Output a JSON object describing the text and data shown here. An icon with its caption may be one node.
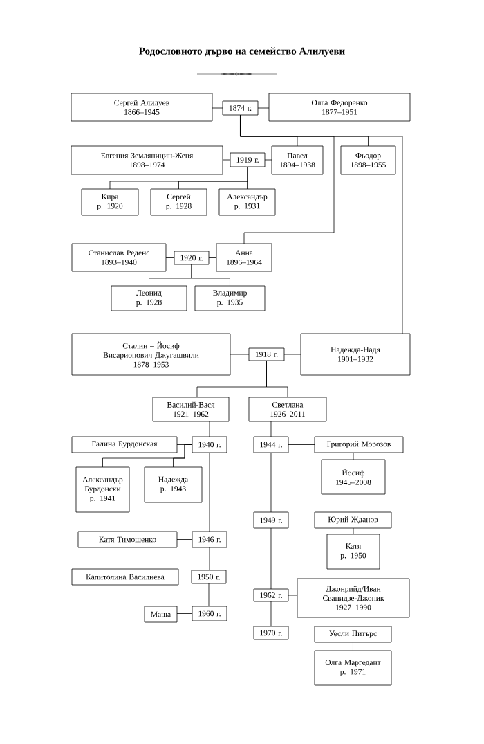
{
  "diagram": {
    "title": "Родословното дърво на семейство Алилуеви",
    "nodes": [
      {
        "text": [
          "Сергей Алилуев",
          "1866–1945"
        ]
      },
      {
        "text": [
          "1874 г."
        ]
      },
      {
        "text": [
          "Олга Федоренко",
          "1877–1951"
        ]
      },
      {
        "text": [
          "Евгения Земляницин-Женя",
          "1898–1974"
        ]
      },
      {
        "text": [
          "1919 г."
        ]
      },
      {
        "text": [
          "Павел",
          "1894–1938"
        ]
      },
      {
        "text": [
          "Фьодор",
          "1898–1955"
        ]
      },
      {
        "text": [
          "Кира",
          "р. 1920"
        ]
      },
      {
        "text": [
          "Сергей",
          "р. 1928"
        ]
      },
      {
        "text": [
          "Александър",
          "р. 1931"
        ]
      },
      {
        "text": [
          "Станислав Реденс",
          "1893–1940"
        ]
      },
      {
        "text": [
          "1920 г."
        ]
      },
      {
        "text": [
          "Анна",
          "1896–1964"
        ]
      },
      {
        "text": [
          "Леонид",
          "р. 1928"
        ]
      },
      {
        "text": [
          "Владимир",
          "р. 1935"
        ]
      },
      {
        "text": [
          "Сталин – Йосиф Висарионович Джугашвили",
          "1878–1953"
        ]
      },
      {
        "text": [
          "1918 г."
        ]
      },
      {
        "text": [
          "Надежда-Надя",
          "1901–1932"
        ]
      },
      {
        "text": [
          "Василий-Вася",
          "1921–1962"
        ]
      },
      {
        "text": [
          "Светлана",
          "1926–2011"
        ]
      },
      {
        "text": [
          "Галина Бурдонская"
        ]
      },
      {
        "text": [
          "1940 г."
        ]
      },
      {
        "text": [
          "1944 г."
        ]
      },
      {
        "text": [
          "Григорий Морозов"
        ]
      },
      {
        "text": [
          "Александър Бурдонски",
          "р. 1941"
        ]
      },
      {
        "text": [
          "Надежда",
          "р. 1943"
        ]
      },
      {
        "text": [
          "Йосиф",
          "1945–2008"
        ]
      },
      {
        "text": [
          "1949 г."
        ]
      },
      {
        "text": [
          "Юрий Жданов"
        ]
      },
      {
        "text": [
          "Катя Тимошенко"
        ]
      },
      {
        "text": [
          "1946 г."
        ]
      },
      {
        "text": [
          "Катя",
          "р. 1950"
        ]
      },
      {
        "text": [
          "Капитолина Василиева"
        ]
      },
      {
        "text": [
          "1950 г."
        ]
      },
      {
        "text": [
          "1962 г."
        ]
      },
      {
        "text": [
          "Джонрийд/Иван Сванидзе-Джоник",
          "1927–1990"
        ]
      },
      {
        "text": [
          "Маша"
        ]
      },
      {
        "text": [
          "1960 г."
        ]
      },
      {
        "text": [
          "1970 г."
        ]
      },
      {
        "text": [
          "Уесли Питърс"
        ]
      },
      {
        "text": [
          "Олга Маргедант",
          "р. 1971"
        ]
      }
    ],
    "edges": [
      {
        "from": 0,
        "to": 1,
        "arrow": "none"
      },
      {
        "from": 1,
        "to": 2,
        "arrow": "none"
      },
      {
        "from": 1,
        "to": 5,
        "arrow": "none"
      },
      {
        "from": 1,
        "to": 6,
        "arrow": "none"
      },
      {
        "from": 1,
        "to": 12,
        "arrow": "none"
      },
      {
        "from": 1,
        "to": 17,
        "arrow": "none"
      },
      {
        "from": 3,
        "to": 4,
        "arrow": "none"
      },
      {
        "from": 4,
        "to": 5,
        "arrow": "none"
      },
      {
        "from": 4,
        "to": 7,
        "arrow": "none"
      },
      {
        "from": 4,
        "to": 8,
        "arrow": "none"
      },
      {
        "from": 4,
        "to": 9,
        "arrow": "none"
      },
      {
        "from": 10,
        "to": 11,
        "arrow": "none"
      },
      {
        "from": 11,
        "to": 12,
        "arrow": "none"
      },
      {
        "from": 11,
        "to": 13,
        "arrow": "none"
      },
      {
        "from": 11,
        "to": 14,
        "arrow": "none"
      },
      {
        "from": 15,
        "to": 16,
        "arrow": "none"
      },
      {
        "from": 16,
        "to": 17,
        "arrow": "none"
      },
      {
        "from": 16,
        "to": 18,
        "arrow": "none"
      },
      {
        "from": 16,
        "to": 19,
        "arrow": "none"
      },
      {
        "from": 20,
        "to": 21,
        "arrow": "none"
      },
      {
        "from": 21,
        "to": 24,
        "arrow": "none"
      },
      {
        "from": 21,
        "to": 25,
        "arrow": "none"
      },
      {
        "from": 18,
        "to": 21,
        "arrow": "none"
      },
      {
        "from": 21,
        "to": 30,
        "arrow": "none"
      },
      {
        "from": 30,
        "to": 33,
        "arrow": "none"
      },
      {
        "from": 33,
        "to": 37,
        "arrow": "none"
      },
      {
        "from": 29,
        "to": 30,
        "arrow": "none"
      },
      {
        "from": 32,
        "to": 33,
        "arrow": "none"
      },
      {
        "from": 36,
        "to": 37,
        "arrow": "none"
      },
      {
        "from": 19,
        "to": 22,
        "arrow": "none"
      },
      {
        "from": 22,
        "to": 23,
        "arrow": "none"
      },
      {
        "from": 23,
        "to": 26,
        "arrow": "none"
      },
      {
        "from": 22,
        "to": 27,
        "arrow": "none"
      },
      {
        "from": 27,
        "to": 28,
        "arrow": "none"
      },
      {
        "from": 28,
        "to": 31,
        "arrow": "none"
      },
      {
        "from": 27,
        "to": 34,
        "arrow": "none"
      },
      {
        "from": 34,
        "to": 35,
        "arrow": "none"
      },
      {
        "from": 34,
        "to": 38,
        "arrow": "none"
      },
      {
        "from": 38,
        "to": 39,
        "arrow": "none"
      },
      {
        "from": 39,
        "to": 40,
        "arrow": "none"
      }
    ]
  }
}
